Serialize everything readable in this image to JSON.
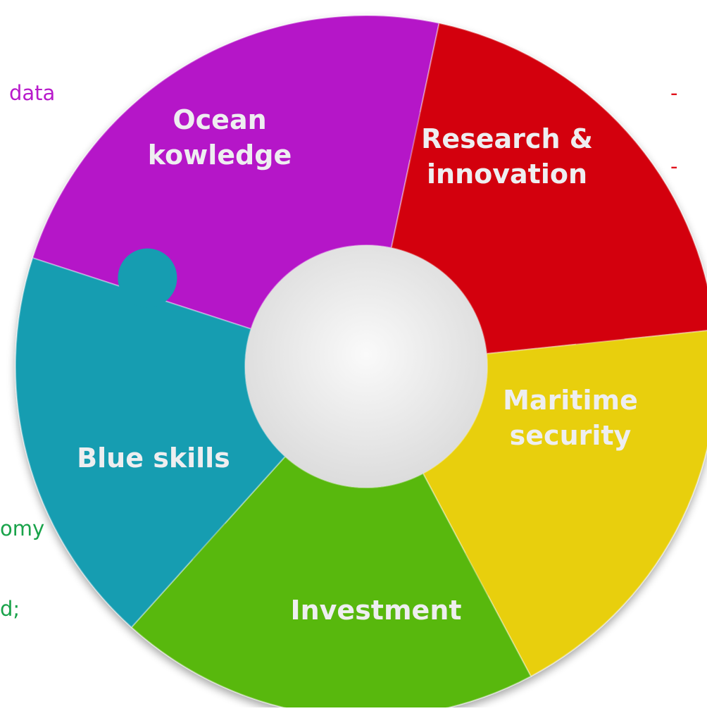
{
  "diagram": {
    "pieces": [
      {
        "id": "ocean-knowledge",
        "lines": [
          "Ocean",
          "kowledge"
        ],
        "color": "#b514c8"
      },
      {
        "id": "research-innovation",
        "lines": [
          "Research &",
          "innovation"
        ],
        "color": "#d3060e"
      },
      {
        "id": "maritime-security",
        "lines": [
          "Maritime",
          "security"
        ],
        "color": "#e8cf0b"
      },
      {
        "id": "investment",
        "lines": [
          "Investment"
        ],
        "color": "#59b80e"
      },
      {
        "id": "blue-skills",
        "lines": [
          "Blue skills"
        ],
        "color": "#179db1"
      }
    ],
    "center_color": "#f2f2f2"
  },
  "side_text": {
    "top_left": "data",
    "top_right_1": "-",
    "top_right_2": "-",
    "bottom_left_1": "omy",
    "bottom_left_2": "d;"
  },
  "colors": {
    "purple_text": "#b81acb",
    "red_text": "#e0101a",
    "green_text": "#19a34a"
  }
}
